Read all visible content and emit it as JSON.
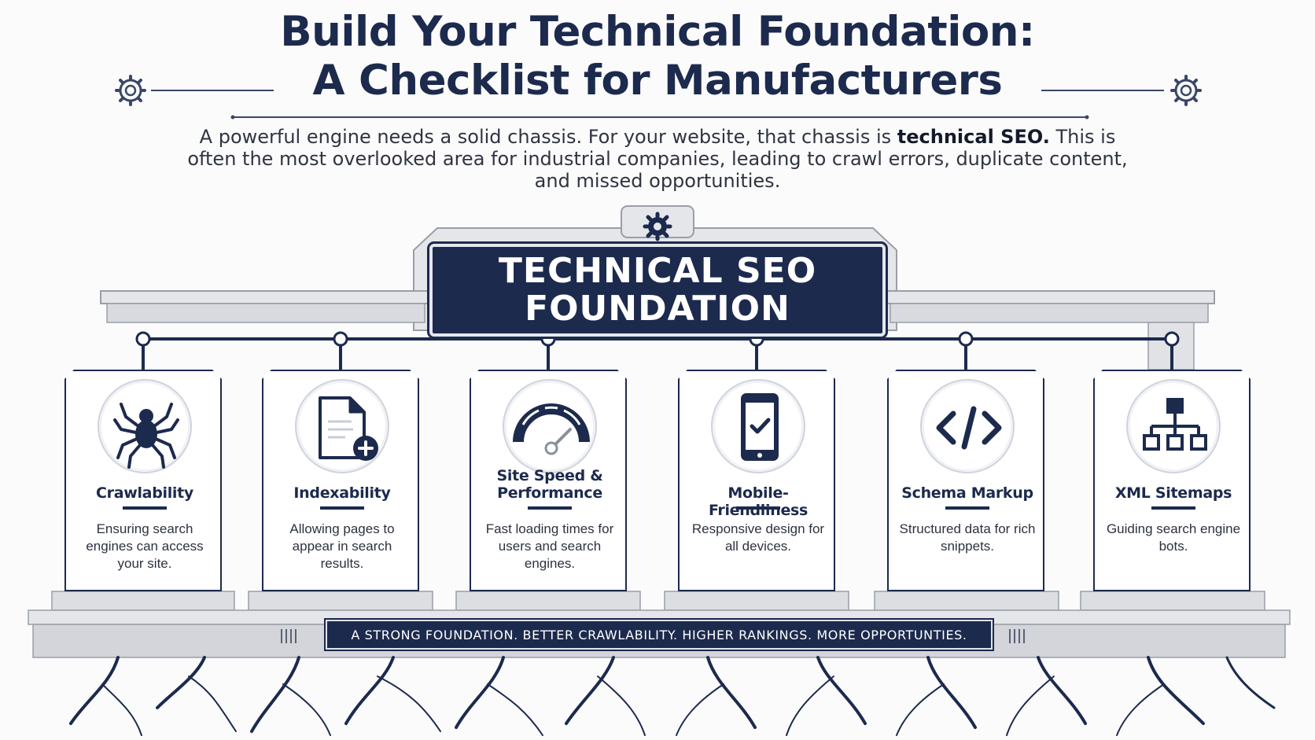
{
  "header": {
    "title_line1": "Build Your Technical Foundation:",
    "title_line2": "A Checklist for Manufacturers",
    "intro_part1": "A powerful engine needs a solid chassis. For your website, that chassis is ",
    "intro_bold": "technical SEO.",
    "intro_part2": "This is often the most overlooked area for industrial companies, leading to crawl errors, duplicate content, and missed opportunities."
  },
  "banner": {
    "line1": "TECHNICAL SEO",
    "line2": "FOUNDATION"
  },
  "pillars": [
    {
      "title": "Crawlability",
      "title2": "",
      "description": "Ensuring search engines can access your site.",
      "icon": "spider-icon"
    },
    {
      "title": "Indexability",
      "title2": "",
      "description": "Allowing pages to appear in search results.",
      "icon": "document-plus-icon"
    },
    {
      "title": "Site Speed &",
      "title2": "Performance",
      "description": "Fast loading times for users and search engines.",
      "icon": "speedometer-icon"
    },
    {
      "title": "Mobile-Friendliness",
      "title2": "",
      "description": "Responsive design for all devices.",
      "icon": "mobile-check-icon"
    },
    {
      "title": "Schema Markup",
      "title2": "",
      "description": "Structured data for rich snippets.",
      "icon": "code-icon"
    },
    {
      "title": "XML Sitemaps",
      "title2": "",
      "description": "Guiding search engine bots.",
      "icon": "sitemap-icon"
    }
  ],
  "tagline": "A STRONG FOUNDATION. BETTER CRAWLABILITY. HIGHER RANKINGS. MORE OPPORTUNTIES.",
  "colors": {
    "navy": "#1c2a4d",
    "stone": "#d9dbe0",
    "background": "#fbfbfc"
  }
}
